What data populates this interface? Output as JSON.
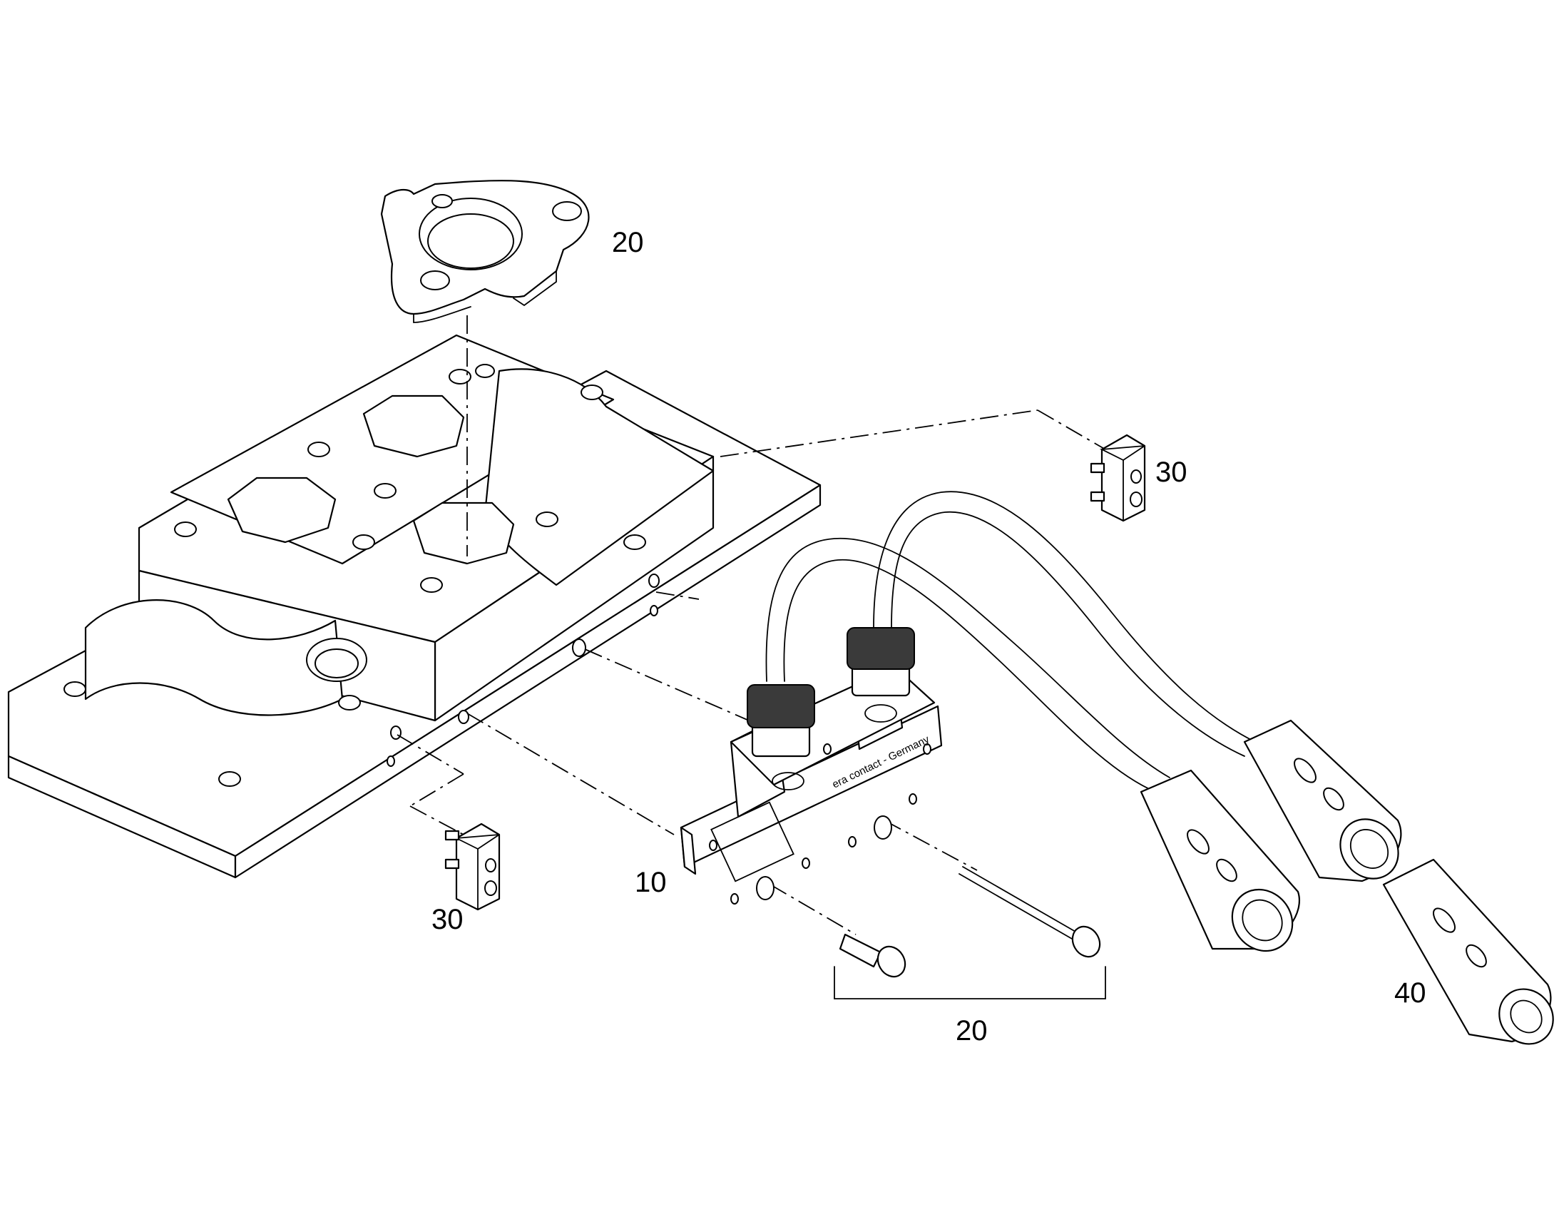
{
  "callouts": {
    "top_spacer": "20",
    "bracket_screws": "20",
    "clamp_top_right": "30",
    "clamp_bottom_left": "30",
    "connector_plate": "10",
    "loose_connector": "40"
  },
  "plate_marking": "era contact - Germany",
  "colors": {
    "line": "#000000",
    "background": "#ffffff",
    "knurl": "#3a3a3a"
  }
}
